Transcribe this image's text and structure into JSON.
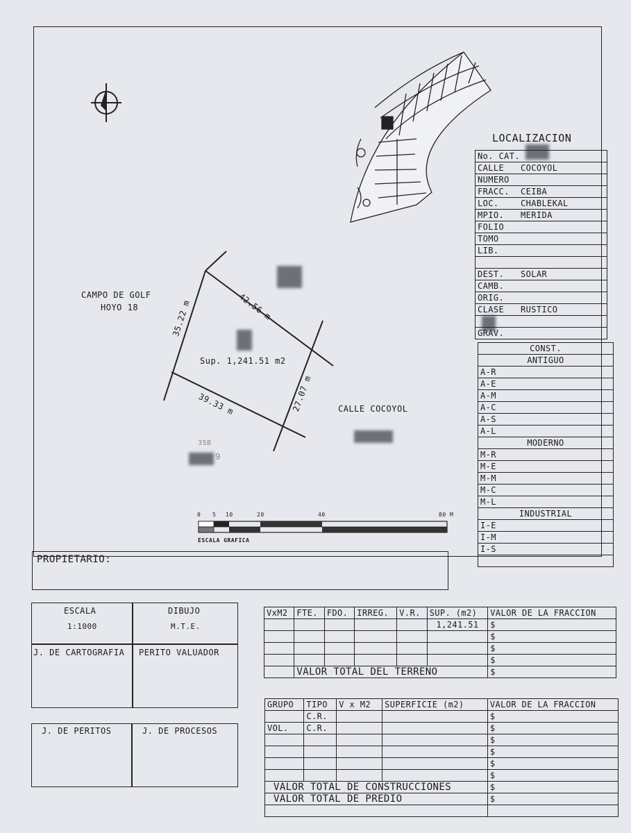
{
  "title": "LOCALIZACION",
  "localizacion": [
    {
      "label": "No. CAT.",
      "value": ""
    },
    {
      "label": "CALLE",
      "value": "COCOYOL"
    },
    {
      "label": "NUMERO",
      "value": ""
    },
    {
      "label": "FRACC.",
      "value": "CEIBA"
    },
    {
      "label": "LOC.",
      "value": "CHABLEKAL"
    },
    {
      "label": "MPIO.",
      "value": "MERIDA"
    },
    {
      "label": "FOLIO",
      "value": ""
    },
    {
      "label": "TOMO",
      "value": ""
    },
    {
      "label": "LIB.",
      "value": ""
    },
    {
      "label": "",
      "value": ""
    },
    {
      "label": "DEST.",
      "value": "SOLAR"
    },
    {
      "label": "CAMB.",
      "value": ""
    },
    {
      "label": "ORIG.",
      "value": ""
    },
    {
      "label": "CLASE",
      "value": "RUSTICO"
    },
    {
      "label": "",
      "value": ""
    },
    {
      "label": "GRAV.",
      "value": ""
    }
  ],
  "const": {
    "title": "CONST.",
    "antiguo_title": "ANTIGUO",
    "antiguo": [
      "A-R",
      "A-E",
      "A-M",
      "A-C",
      "A-S",
      "A-L"
    ],
    "moderno_title": "MODERNO",
    "moderno": [
      "M-R",
      "M-E",
      "M-M",
      "M-C",
      "M-L"
    ],
    "industrial_title": "INDUSTRIAL",
    "industrial": [
      "I-E",
      "I-M",
      "I-S",
      ""
    ]
  },
  "map": {
    "golf_line1": "CAMPO DE GOLF",
    "golf_line2": "HOYO 18",
    "side_north": "42.56 m",
    "side_west": "35.22 m",
    "side_south": "39.33 m",
    "side_east": "27.07 m",
    "area": "Sup. 1,241.51 m2",
    "street": "CALLE COCOYOL",
    "lot_partial": "35B",
    "lot_partial2": "9"
  },
  "scale_bar": {
    "ticks": [
      "0",
      "5",
      "10",
      "20",
      "40",
      "80 M"
    ],
    "caption": "ESCALA GRAFICA"
  },
  "propietario_label": "PROPIETARIO:",
  "signatures": {
    "escala_label": "ESCALA",
    "escala_value": "1:1000",
    "dibujo_label": "DIBUJO",
    "dibujo_value": "M.T.E.",
    "cartografia": "J. DE CARTOGRAFIA",
    "perito": "PERITO VALUADOR",
    "peritos": "J. DE PERITOS",
    "procesos": "J. DE PROCESOS"
  },
  "terreno": {
    "headers": [
      "VxM2",
      "FTE.",
      "FDO.",
      "IRREG.",
      "V.R.",
      "SUP. (m2)",
      "VALOR DE LA FRACCION"
    ],
    "sup_value": "1,241.51",
    "currency": "$",
    "total_label": "VALOR TOTAL DEL TERRENO"
  },
  "construcciones": {
    "headers": [
      "GRUPO",
      "TIPO",
      "V x M2",
      "SUPERFICIE (m2)",
      "VALOR DE LA FRACCION"
    ],
    "row1_tipo": "C.R.",
    "row2_grupo": "VOL.",
    "row2_tipo": "C.R.",
    "currency": "$",
    "total_constr": "VALOR TOTAL DE CONSTRUCCIONES",
    "total_predio": "VALOR TOTAL DE PREDIO"
  }
}
